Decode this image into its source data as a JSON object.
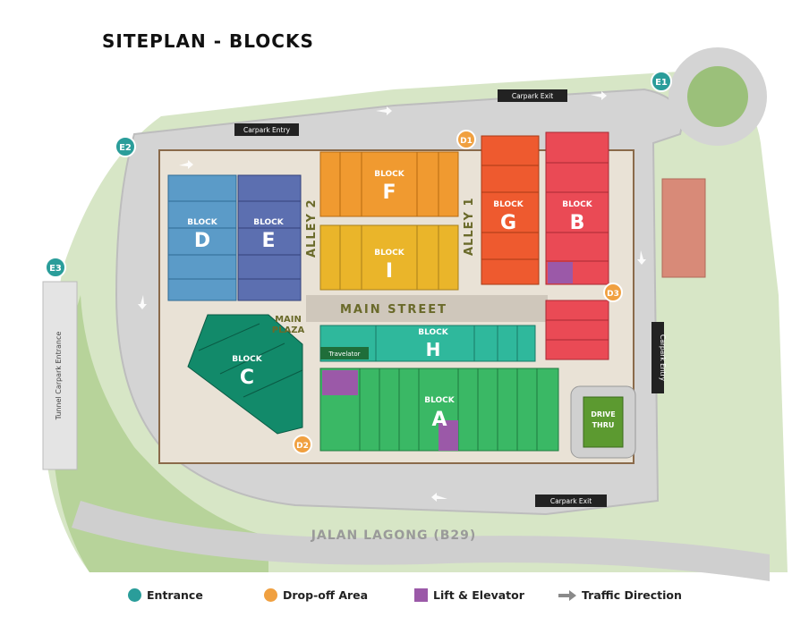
{
  "title": "SITEPLAN - BLOCKS",
  "colors": {
    "entrance": "#2a9d9a",
    "dropoff": "#f0a040",
    "lift": "#9b59a8",
    "block_d": "#5b9bc8",
    "block_e": "#5c6fb0",
    "block_f": "#f09a30",
    "block_i": "#eab52a",
    "block_g": "#ee5a2f",
    "block_b": "#ea4a55",
    "block_c": "#128a6a",
    "block_h": "#2fb89c",
    "block_a": "#3ab865",
    "drive_thru": "#5c9a30"
  },
  "blocks": [
    {
      "id": "D",
      "word": "BLOCK",
      "letter": "D"
    },
    {
      "id": "E",
      "word": "BLOCK",
      "letter": "E"
    },
    {
      "id": "F",
      "word": "BLOCK",
      "letter": "F"
    },
    {
      "id": "I",
      "word": "BLOCK",
      "letter": "I"
    },
    {
      "id": "G",
      "word": "BLOCK",
      "letter": "G"
    },
    {
      "id": "B",
      "word": "BLOCK",
      "letter": "B"
    },
    {
      "id": "C",
      "word": "BLOCK",
      "letter": "C"
    },
    {
      "id": "H",
      "word": "BLOCK",
      "letter": "H"
    },
    {
      "id": "A",
      "word": "BLOCK",
      "letter": "A"
    }
  ],
  "entrances": [
    "E1",
    "E2",
    "E3"
  ],
  "dropoffs": [
    "D1",
    "D2",
    "D3"
  ],
  "labels": {
    "alley1": "ALLEY 1",
    "alley2": "ALLEY 2",
    "main_street": "MAIN STREET",
    "main_plaza_1": "MAIN",
    "main_plaza_2": "PLAZA",
    "travelator": "Travelator",
    "drive_thru_1": "DRIVE",
    "drive_thru_2": "THRU",
    "carpark_entry_top": "Carpark Entry",
    "carpark_exit_top": "Carpark Exit",
    "carpark_entry_right": "Carpark Entry",
    "carpark_exit_bottom": "Carpark Exit",
    "tunnel": "Tunnel Carpark Entrance",
    "road": "JALAN LAGONG (B29)"
  },
  "legend": [
    {
      "key": "entrance",
      "label": "Entrance"
    },
    {
      "key": "dropoff",
      "label": "Drop-off Area"
    },
    {
      "key": "lift",
      "label": "Lift & Elevator"
    },
    {
      "key": "traffic",
      "label": "Traffic Direction"
    }
  ]
}
